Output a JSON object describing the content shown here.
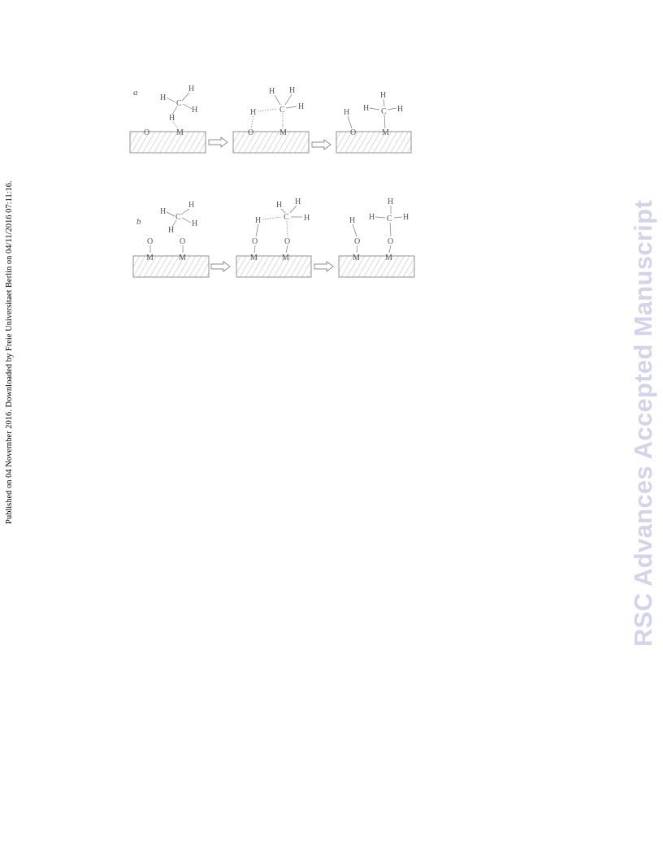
{
  "sidebar": {
    "published_note": "Published on 04 November 2016. Downloaded by Freie Universitaet Berlin on 04/11/2016 07:11:16."
  },
  "watermark": {
    "text": "RSC Advances Accepted Manuscript"
  },
  "figure": {
    "panel_a": {
      "letter": "a",
      "step1": {
        "surface_O": "O",
        "surface_M": "M",
        "H_top": "H",
        "H_left": "H",
        "C": "C",
        "H_right": "H",
        "H_bottom": "H"
      },
      "step2": {
        "H_top1": "H",
        "H_top2": "H",
        "H_right": "H",
        "C": "C",
        "H_transfer": "H",
        "surface_O": "O",
        "surface_M": "M"
      },
      "step3": {
        "H_top": "H",
        "H_left": "H",
        "C": "C",
        "H_right": "H",
        "H_O": "H",
        "surface_O": "O",
        "surface_M": "M"
      }
    },
    "panel_b": {
      "letter": "b",
      "step1": {
        "H_top": "H",
        "H_left": "H",
        "C": "C",
        "H_right": "H",
        "H_bottom": "H",
        "O_left": "O",
        "O_right": "O",
        "M_left": "M",
        "M_right": "M"
      },
      "step2": {
        "H_top1": "H",
        "H_top2": "H",
        "H_right": "H",
        "C": "C",
        "H_transfer": "H",
        "O_left": "O",
        "O_right": "O",
        "M_left": "M",
        "M_right": "M"
      },
      "step3": {
        "H_top": "H",
        "H_left": "H",
        "C": "C",
        "H_right": "H",
        "H_O": "H",
        "O_left": "O",
        "O_right": "O",
        "M_left": "M",
        "M_right": "M"
      }
    }
  }
}
